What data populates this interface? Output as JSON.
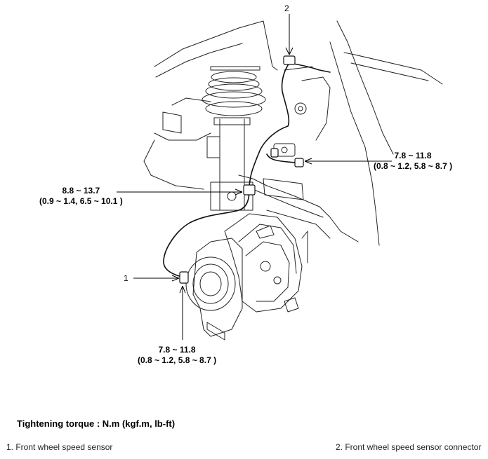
{
  "callouts": {
    "torque_upper_right": {
      "line1": "7.8 ~ 11.8",
      "line2": "(0.8 ~ 1.2, 5.8 ~ 8.7 )"
    },
    "torque_left": {
      "line1": "8.8 ~ 13.7",
      "line2": "(0.9 ~ 1.4, 6.5 ~ 10.1 )"
    },
    "torque_bottom": {
      "line1": "7.8 ~ 11.8",
      "line2": "(0.8 ~ 1.2, 5.8 ~ 8.7 )"
    },
    "item_1": "1",
    "item_2": "2"
  },
  "torque_title": "Tightening torque : N.m (kgf.m, lb-ft)",
  "legend": {
    "item1": "1. Front wheel speed sensor",
    "item2": "2. Front wheel speed sensor connector"
  }
}
